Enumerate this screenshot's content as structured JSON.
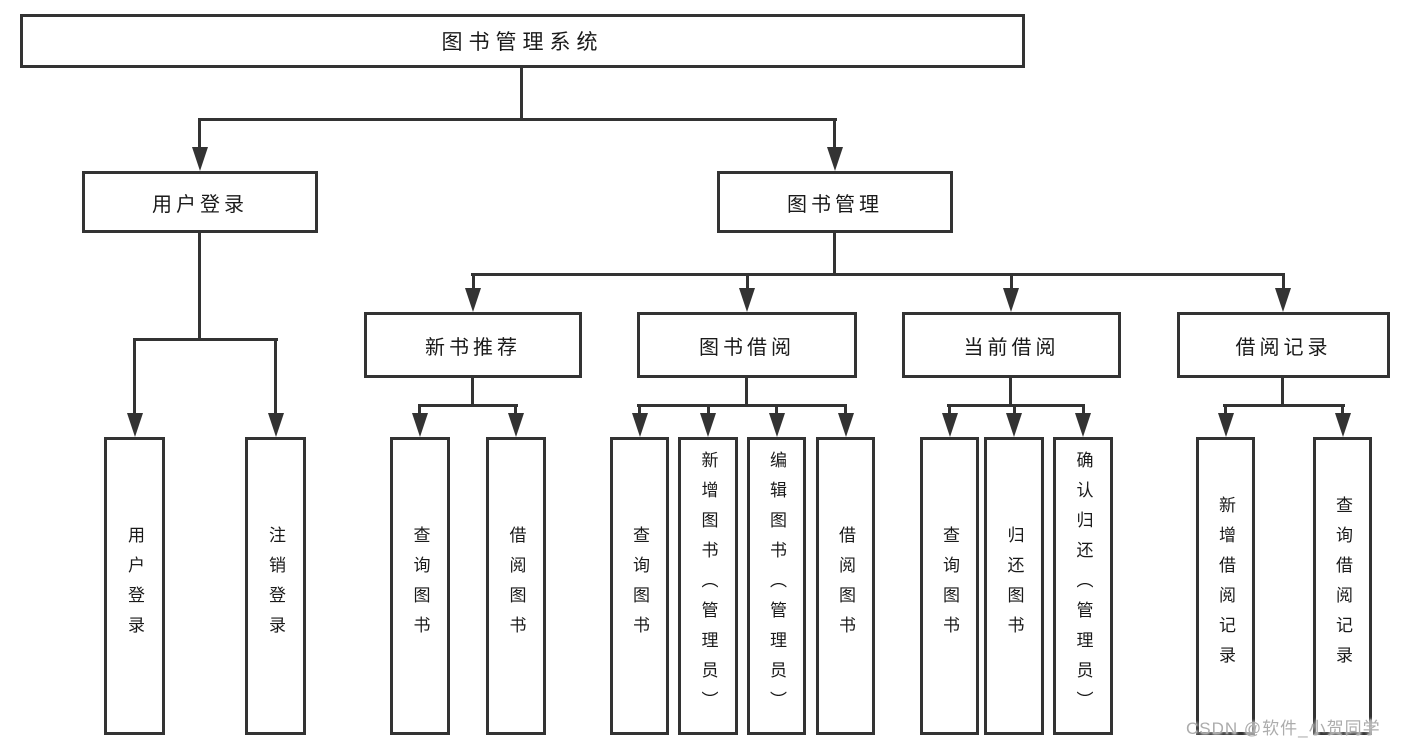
{
  "diagram": {
    "watermark": "CSDN @软件_小贺同学",
    "colors": {
      "line": "#333333",
      "box_border": "#333333",
      "box_background": "#ffffff",
      "text": "#1a1a1a",
      "watermark_text": "#acacac"
    },
    "tree": {
      "root": "图书管理系统",
      "children": [
        {
          "label": "用户登录",
          "children": [
            "用户登录",
            "注销登录"
          ]
        },
        {
          "label": "图书管理",
          "children": [
            {
              "label": "新书推荐",
              "children": [
                "查询图书",
                "借阅图书"
              ]
            },
            {
              "label": "图书借阅",
              "children": [
                "查询图书",
                "新增图书（管理员）",
                "编辑图书（管理员）",
                "借阅图书"
              ]
            },
            {
              "label": "当前借阅",
              "children": [
                "查询图书",
                "归还图书",
                "确认归还（管理员）"
              ]
            },
            {
              "label": "借阅记录",
              "children": [
                "新增借阅记录",
                "查询借阅记录"
              ]
            }
          ]
        }
      ]
    }
  }
}
